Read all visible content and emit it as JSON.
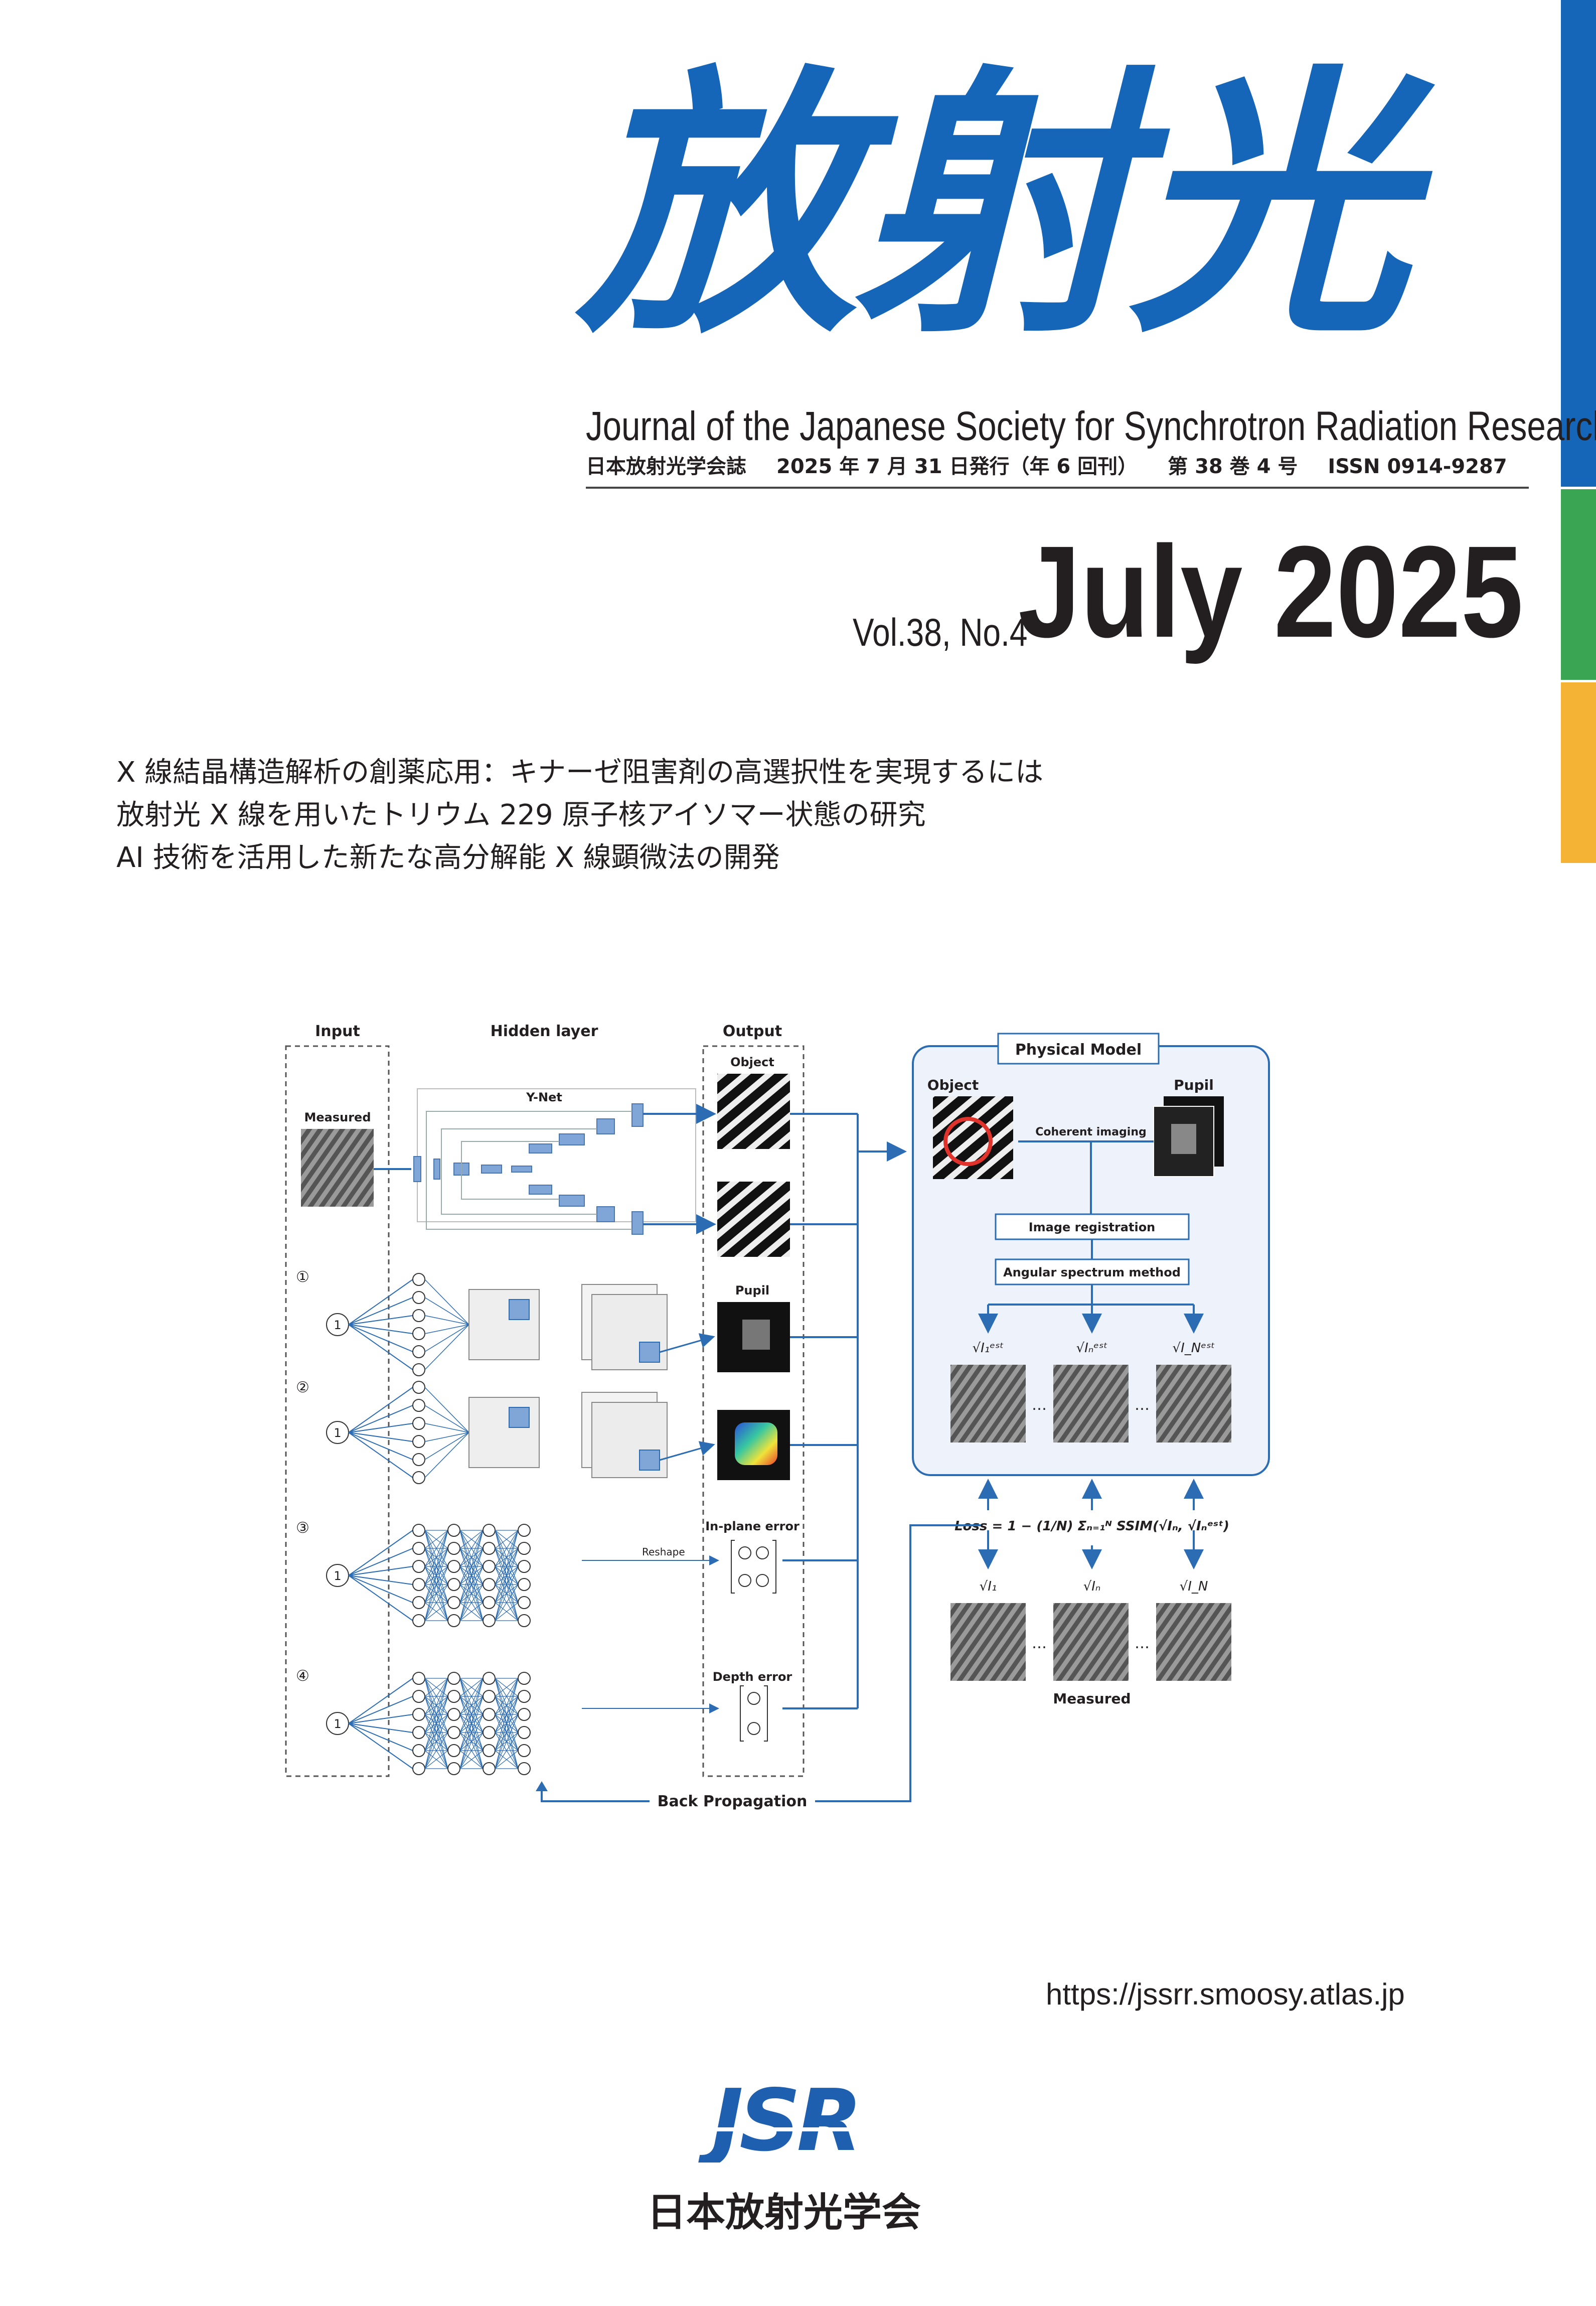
{
  "masthead": {
    "title": "放射光",
    "journal": "Journal of the Japanese Society for Synchrotron Radiation Research",
    "publisher_line": "日本放射光学会誌",
    "publish_date": "2025 年 7 月 31 日発行（年 6 回刊）",
    "volume_line": "第 38 巻 4 号",
    "issn": "ISSN 0914-9287",
    "volume_issue": "Vol.38, No.4",
    "issue_date": "July 2025"
  },
  "accent_colors": {
    "blue": "#1565b8",
    "green": "#3aa653",
    "yellow": "#f5b335"
  },
  "headlines": [
    "X 線結晶構造解析の創薬応用：キナーゼ阻害剤の高選択性を実現するには",
    "放射光 X 線を用いたトリウム 229 原子核アイソマー状態の研究",
    "AI 技術を活用した新たな高分解能 X 線顕微法の開発"
  ],
  "figure": {
    "col_input": "Input",
    "col_hidden": "Hidden layer",
    "col_output": "Output",
    "measured_input": "Measured",
    "ynet": "Y-Net",
    "out_object": "Object",
    "out_pupil": "Pupil",
    "out_inplane": "In-plane error",
    "out_depth": "Depth error",
    "reshape": "Reshape",
    "row_labels": [
      "①",
      "②",
      "③",
      "④"
    ],
    "input_node": "1",
    "physical_model": "Physical Model",
    "pm_object": "Object",
    "pm_pupil": "Pupil",
    "coherent": "Coherent imaging",
    "registration": "Image registration",
    "angular": "Angular spectrum method",
    "est1": "√I₁ᵉˢᵗ",
    "estn": "√Iₙᵉˢᵗ",
    "estN": "√I_Nᵉˢᵗ",
    "ellipsis": "…",
    "loss": "Loss = 1 − (1/N) Σₙ₌₁ᴺ SSIM(√Iₙ, √Iₙᵉˢᵗ)",
    "meas1": "√I₁",
    "measn": "√Iₙ",
    "measN": "√I_N",
    "measured_bottom": "Measured",
    "backprop": "Back Propagation"
  },
  "url": "https://jssrr.smoosy.atlas.jp",
  "logo": "JSR",
  "society": "日本放射光学会"
}
